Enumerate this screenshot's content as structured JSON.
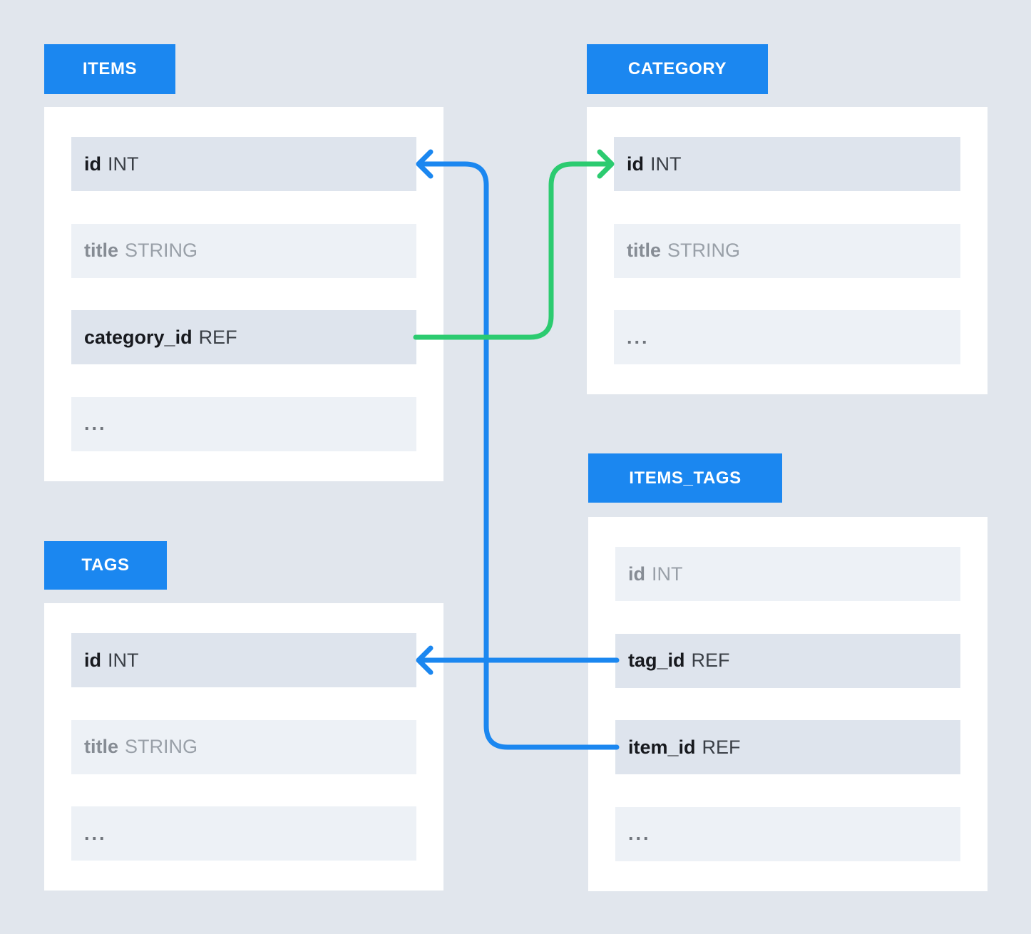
{
  "diagram": {
    "background": "#e1e6ed",
    "colors": {
      "tab_blue": "#1b87f0",
      "connector_blue": "#1b87f0",
      "connector_green": "#2ccb70",
      "card_bg": "#ffffff",
      "row_dark_bg": "#dee4ed",
      "row_light_bg": "#edf1f6",
      "text_dark": "#17191e",
      "text_dark_type": "#3a3f46",
      "text_gray": "#868c94",
      "text_gray_type": "#99a0a8"
    }
  },
  "tables": [
    {
      "title": "ITEMS",
      "rows": [
        {
          "name": "id",
          "type": "INT"
        },
        {
          "name": "title",
          "type": "STRING"
        },
        {
          "name": "category_id",
          "type": "REF"
        },
        {
          "name": "..."
        }
      ]
    },
    {
      "title": "CATEGORY",
      "rows": [
        {
          "name": "id",
          "type": "INT"
        },
        {
          "name": "title",
          "type": "STRING"
        },
        {
          "name": "..."
        }
      ]
    },
    {
      "title": "TAGS",
      "rows": [
        {
          "name": "id",
          "type": "INT"
        },
        {
          "name": "title",
          "type": "STRING"
        },
        {
          "name": "..."
        }
      ]
    },
    {
      "title": "ITEMS_TAGS",
      "rows": [
        {
          "name": "id",
          "type": "INT"
        },
        {
          "name": "tag_id",
          "type": "REF"
        },
        {
          "name": "item_id",
          "type": "REF"
        },
        {
          "name": "..."
        }
      ]
    }
  ],
  "relations": [
    {
      "from": "ITEMS.category_id",
      "to": "CATEGORY.id",
      "color": "green"
    },
    {
      "from": "ITEMS_TAGS.item_id",
      "to": "ITEMS.id",
      "color": "blue"
    },
    {
      "from": "ITEMS_TAGS.tag_id",
      "to": "TAGS.id",
      "color": "blue"
    }
  ]
}
